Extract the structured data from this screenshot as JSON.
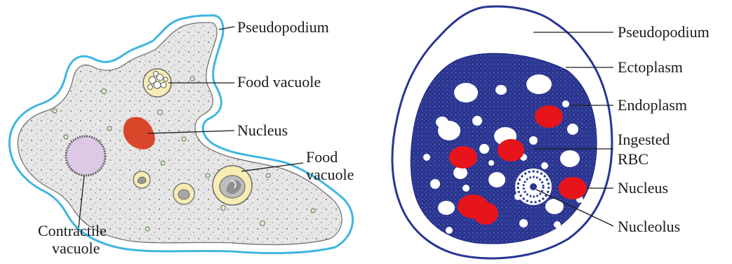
{
  "left_diagram": {
    "labels": {
      "pseudopodium": "Pseudopodium",
      "food_vacuole_top": "Food vacuole",
      "nucleus": "Nucleus",
      "food_vacuole_right_line1": "Food",
      "food_vacuole_right_line2": "vacuole",
      "contractile_line1": "Contractile",
      "contractile_line2": "vacuole"
    }
  },
  "right_diagram": {
    "labels": {
      "pseudopodium": "Pseudopodium",
      "ectoplasm": "Ectoplasm",
      "endoplasm": "Endoplasm",
      "ingested_line1": "Ingested",
      "ingested_line2": "RBC",
      "nucleus": "Nucleus",
      "nucleolus": "Nucleolus"
    }
  },
  "colors": {
    "outline_blue": "#3fb6e0",
    "cytoplasm": "#e9e9e9",
    "nucleus_left": "#d9472b",
    "contractile": "#ddc9e6",
    "food_vacuole": "#f7ecb4",
    "endoplasm_blue": "#283593",
    "rbc_red": "#e8141c"
  }
}
